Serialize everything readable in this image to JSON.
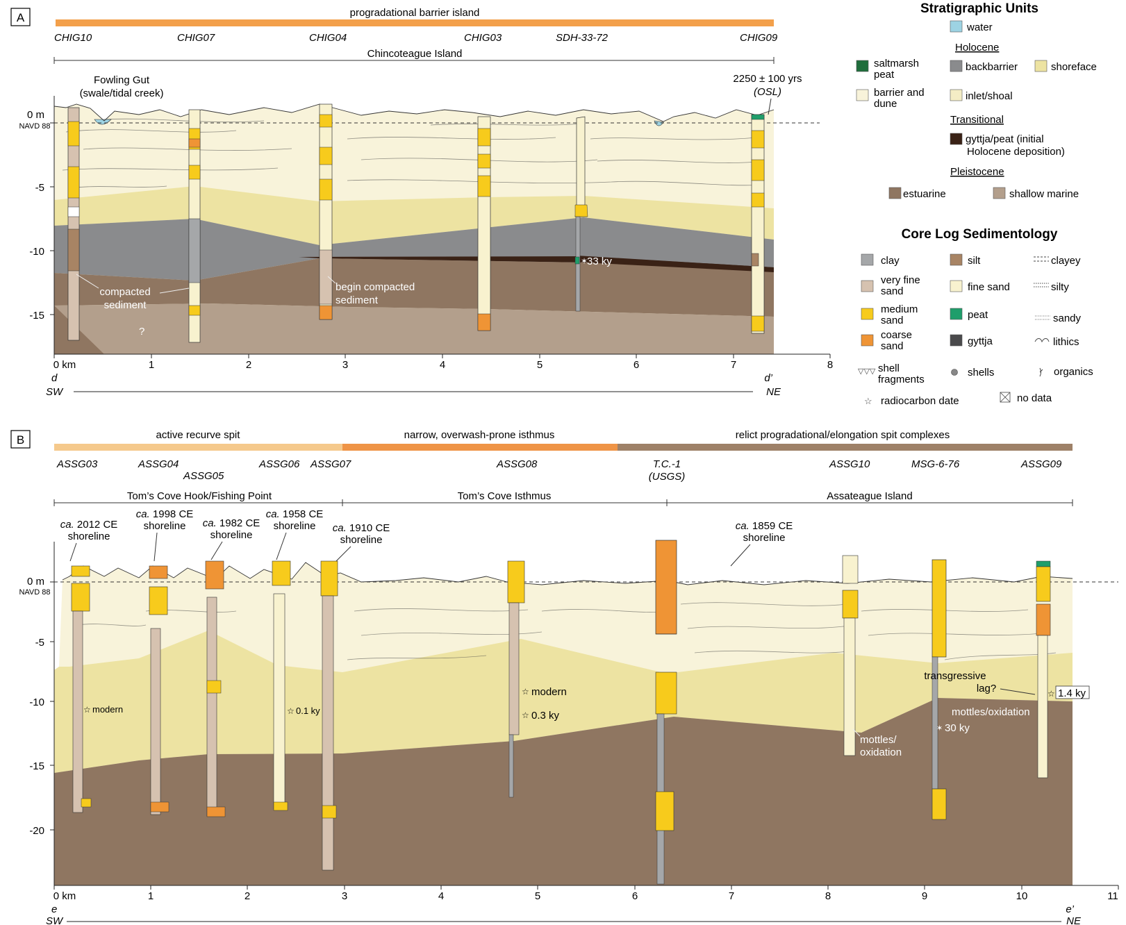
{
  "panelA": {
    "tag": "A",
    "bar_label": "progradational barrier island",
    "cores": [
      "CHIG10",
      "CHIG07",
      "CHIG04",
      "CHIG03",
      "SDH-33-72",
      "CHIG09"
    ],
    "island": "Chincoteague Island",
    "fowling_1": "Fowling Gut",
    "fowling_2": "(swale/tidal creek)",
    "osl_1": "2250 ± 100 yrs",
    "osl_2": "(OSL)",
    "y_ticks": [
      "0 m",
      "-5",
      "-10",
      "-15"
    ],
    "navd": "NAVD 88",
    "x_ticks": [
      "0 km",
      "1",
      "2",
      "3",
      "4",
      "5",
      "6",
      "7",
      "8"
    ],
    "d": "d",
    "dprime": "d’",
    "sw": "SW",
    "ne": "NE",
    "compacted_1": "compacted",
    "compacted_2": "sediment",
    "begin_1": "begin compacted",
    "begin_2": "sediment",
    "ky33": "33 ky",
    "q": "?"
  },
  "panelB": {
    "tag": "B",
    "bar1": "active recurve spit",
    "bar2": "narrow, overwash-prone isthmus",
    "bar3": "relict progradational/elongation spit complexes",
    "cores": [
      "ASSG03",
      "ASSG04",
      "ASSG05",
      "ASSG06",
      "ASSG07",
      "ASSG08",
      "T.C.-1",
      "(USGS)",
      "ASSG10",
      "MSG-6-76",
      "ASSG09"
    ],
    "region1": "Tom’s Cove Hook/Fishing Point",
    "region2": "Tom’s Cove Isthmus",
    "region3": "Assateague Island",
    "ca": "ca.",
    "shoreline": "shoreline",
    "ce2012": "2012 CE",
    "ce1998": "1998 CE",
    "ce1982": "1982 CE",
    "ce1958": "1958 CE",
    "ce1910": "1910 CE",
    "ce1859": "1859 CE",
    "y_ticks": [
      "0 m",
      "-5",
      "-10",
      "-15",
      "-20"
    ],
    "navd": "NAVD 88",
    "x_ticks": [
      "0 km",
      "1",
      "2",
      "3",
      "4",
      "5",
      "6",
      "7",
      "8",
      "9",
      "10",
      "11"
    ],
    "e": "e",
    "eprime": "e’",
    "sw": "SW",
    "ne": "NE",
    "modern": "modern",
    "ky01": "0.1 ky",
    "ky03": "0.3 ky",
    "ky30": "30 ky",
    "ky14": "1.4 ky",
    "trans_1": "transgressive",
    "trans_2": "lag?",
    "mottles": "mottles/oxidation",
    "mottles_1": "mottles/",
    "mottles_2": "oxidation"
  },
  "legend": {
    "title1": "Stratigraphic Units",
    "water": "water",
    "holocene": "Holocene",
    "saltmarsh_1": "saltmarsh",
    "saltmarsh_2": "peat",
    "backbarrier": "backbarrier",
    "shoreface": "shoreface",
    "barrier_1": "barrier and",
    "barrier_2": "dune",
    "inlet": "inlet/shoal",
    "transitional": "Transitional",
    "gyttja_1": "gyttja/peat (initial",
    "gyttja_2": "Holocene deposition)",
    "pleistocene": "Pleistocene",
    "estuarine": "estuarine",
    "shallow": "shallow marine",
    "title2": "Core Log Sedimentology",
    "clay": "clay",
    "silt": "silt",
    "clayey": "clayey",
    "vfs_1": "very fine",
    "vfs_2": "sand",
    "fine": "fine sand",
    "silty": "silty",
    "med_1": "medium",
    "med_2": "sand",
    "peat": "peat",
    "sandy": "sandy",
    "coarse_1": "coarse",
    "coarse_2": "sand",
    "gyttja": "gyttja",
    "lithics": "lithics",
    "shell_1": "shell",
    "shell_2": "fragments",
    "shells": "shells",
    "organics": "organics",
    "radiocarbon": "radiocarbon date",
    "nodata": "no data"
  },
  "colors": {
    "water": "#9dd3e3",
    "saltmarsh": "#1f6e3c",
    "backbarrier": "#8a8b8d",
    "shoreface": "#ede3a2",
    "barrier": "#f8f3da",
    "inlet": "#f4edc5",
    "gyttja_peat": "#3a2216",
    "estuarine": "#8f7661",
    "shallow_marine": "#b39f8c",
    "clay": "#a5a7a9",
    "silt": "#a88464",
    "vfs": "#d6c2b0",
    "fine_sand": "#f8f2cf",
    "medium_sand": "#f7cb1c",
    "coarse_sand": "#ef9435",
    "peat": "#1f9e6b",
    "gyttja": "#4a4a4c",
    "bar_A": "#f3a04b",
    "bar_B1": "#f5c98c",
    "bar_B2": "#ef9446",
    "bar_B3": "#9e8168"
  }
}
